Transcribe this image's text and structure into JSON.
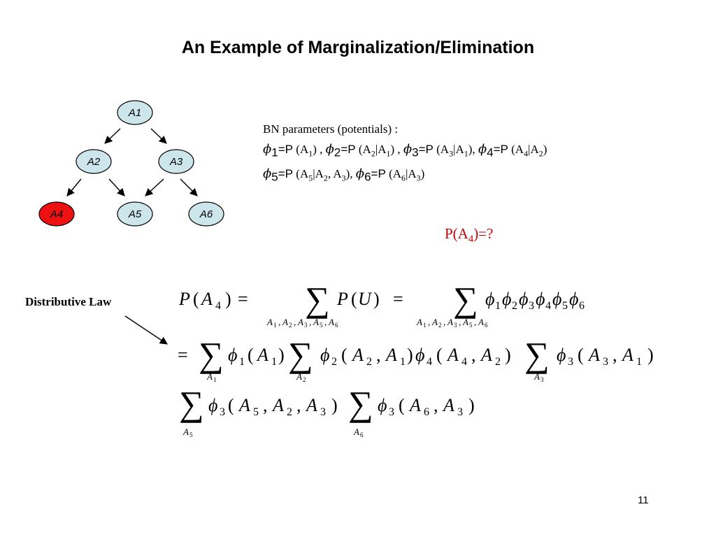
{
  "slide": {
    "title": "An Example of  Marginalization/Elimination",
    "page_number": "11"
  },
  "graph": {
    "nodes": [
      {
        "id": "A1",
        "label": "A1",
        "fill": "#cce6ec"
      },
      {
        "id": "A2",
        "label": "A2",
        "fill": "#cce6ec"
      },
      {
        "id": "A3",
        "label": "A3",
        "fill": "#cce6ec"
      },
      {
        "id": "A4",
        "label": "A4",
        "fill": "#ee1111"
      },
      {
        "id": "A5",
        "label": "A5",
        "fill": "#cce6ec"
      },
      {
        "id": "A6",
        "label": "A6",
        "fill": "#cce6ec"
      }
    ],
    "edges": [
      [
        "A1",
        "A2"
      ],
      [
        "A1",
        "A3"
      ],
      [
        "A2",
        "A4"
      ],
      [
        "A2",
        "A5"
      ],
      [
        "A3",
        "A5"
      ],
      [
        "A3",
        "A6"
      ]
    ]
  },
  "params": {
    "heading": "BN parameters (potentials) :",
    "lines": [
      [
        {
          "phi": "ϕ",
          "idx": "1",
          "p": "=P",
          "expr": "(A<sub>1</sub>) ,"
        },
        {
          "phi": "ϕ",
          "idx": "2",
          "p": "=P",
          "expr": "(A<sub>2</sub>|A<sub>1</sub>) ,"
        },
        {
          "phi": "ϕ",
          "idx": "3",
          "p": "=P",
          "expr": "(A<sub>3</sub>|A<sub>1</sub>),"
        },
        {
          "phi": "ϕ",
          "idx": "4",
          "p": "=P",
          "expr": "(A<sub>4</sub>|A<sub>2</sub>)"
        }
      ],
      [
        {
          "phi": "ϕ",
          "idx": "5",
          "p": "=P",
          "expr": "(A<sub>5</sub>|A<sub>2</sub>, A<sub>3</sub>),"
        },
        {
          "phi": "ϕ",
          "idx": "6",
          "p": "=P",
          "expr": "(A<sub>6</sub>|A<sub>3</sub>)"
        }
      ]
    ]
  },
  "query": "P(A<sub>4</sub>)=?",
  "distributive_law_label": "Distributive Law",
  "equation": {
    "line1_lhs": "P(A4) =",
    "line1_sum1_sub": "A1, A2, A3, A5, A6",
    "line1_mid": "P(U) =",
    "line1_sum2_sub": "A1, A2, A3, A5, A6",
    "line1_rhs": "ϕ1ϕ2ϕ3ϕ4ϕ5ϕ6",
    "line2": "= Σ_{A1} ϕ1(A1) Σ_{A2} ϕ2(A2, A1)ϕ4(A4, A2) Σ_{A3} ϕ3(A3, A1)",
    "line3": "Σ_{A5} ϕ3(A5, A2, A3) Σ_{A6} ϕ3(A6, A3)"
  },
  "colors": {
    "node_fill": "#cce6ec",
    "highlight_node": "#ee1111",
    "query_color": "#cc0000"
  }
}
